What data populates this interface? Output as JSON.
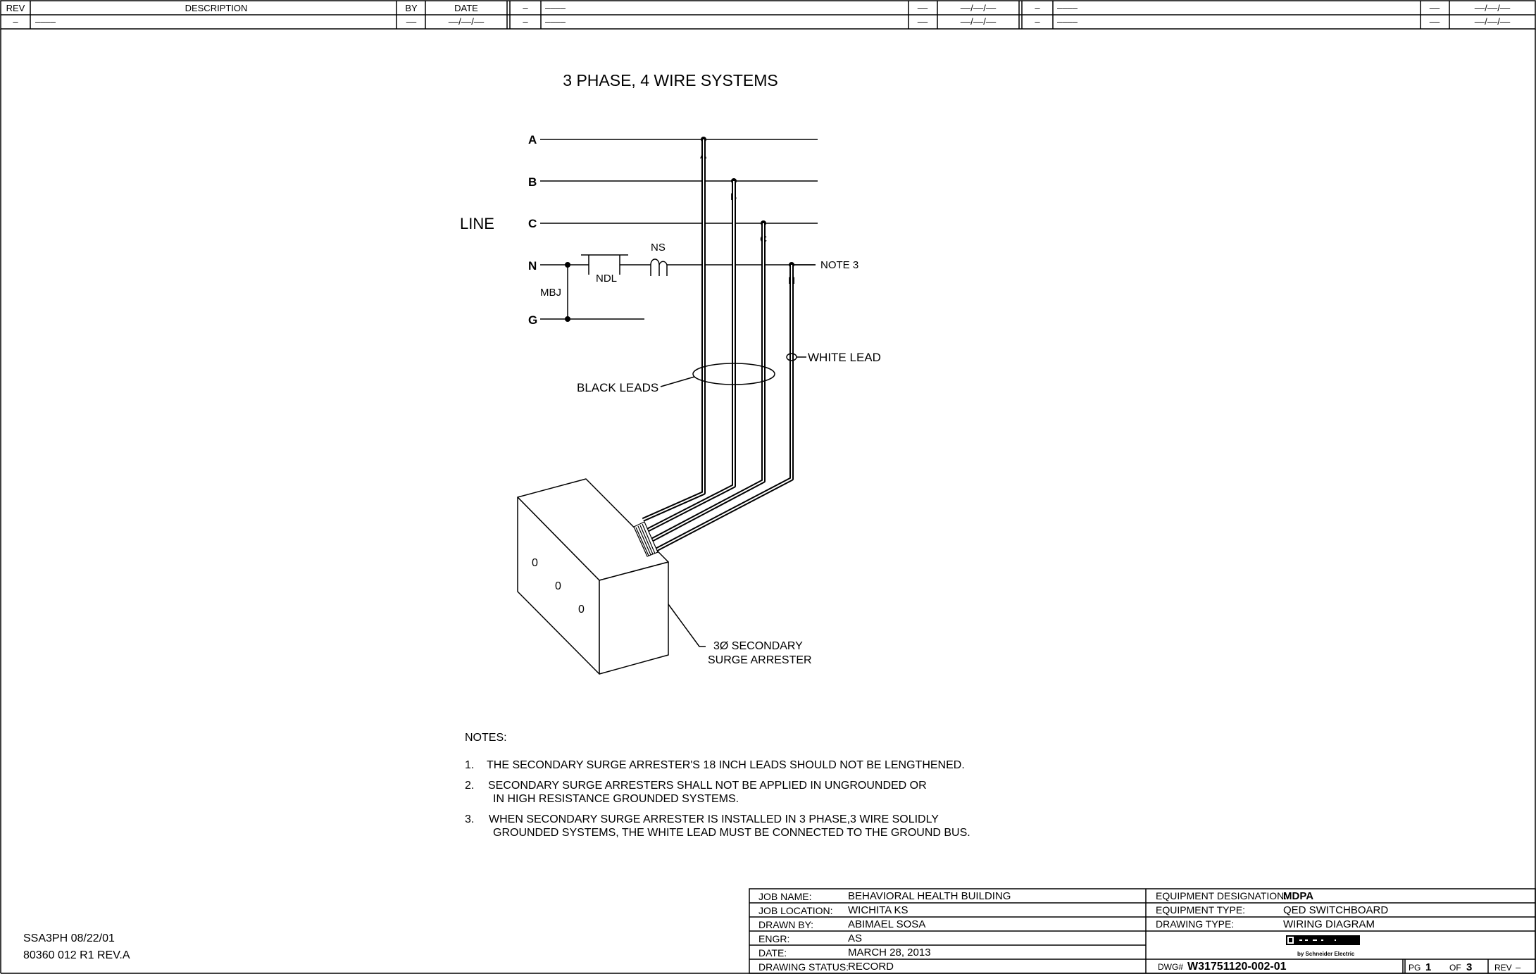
{
  "revision_table": {
    "headers": {
      "rev": "REV",
      "description": "DESCRIPTION",
      "by": "BY",
      "date": "DATE"
    },
    "row": {
      "rev": "–",
      "description": "––––",
      "by": "––",
      "date": "––/––/––"
    },
    "blocks": [
      {
        "rev": "–",
        "description": "––––",
        "by": "––",
        "date": "––/––/––"
      },
      {
        "rev": "–",
        "description": "––––",
        "by": "––",
        "date": "––/––/––"
      },
      {
        "rev": "–",
        "description": "––––",
        "by": "––",
        "date": "––/––/––"
      },
      {
        "rev": "–",
        "description": "––––",
        "by": "––",
        "date": "––/––/––"
      },
      {
        "rev": "–",
        "description": "––––",
        "by": "––",
        "date": "––/––/––"
      },
      {
        "rev": "–",
        "description": "––––",
        "by": "––",
        "date": "––/––/––"
      }
    ]
  },
  "diagram": {
    "title": "3 PHASE, 4 WIRE SYSTEMS",
    "line_label": "LINE",
    "bus_labels": [
      "A",
      "B",
      "C",
      "N",
      "G"
    ],
    "tap_labels": [
      "A",
      "B",
      "C",
      "N"
    ],
    "ns_label": "NS",
    "ndl_label": "NDL",
    "mbj_label": "MBJ",
    "note3_label": "NOTE 3",
    "white_lead_label": "WHITE LEAD",
    "black_leads_label": "BLACK LEADS",
    "arrester_label_1": "3Ø SECONDARY",
    "arrester_label_2": "SURGE ARRESTER",
    "device_marks": [
      "0",
      "0",
      "0"
    ]
  },
  "notes": {
    "heading": "NOTES:",
    "items": [
      {
        "num": "1.",
        "lines": [
          "THE SECONDARY SURGE ARRESTER'S 18 INCH LEADS SHOULD NOT BE LENGTHENED."
        ]
      },
      {
        "num": "2.",
        "lines": [
          "SECONDARY SURGE ARRESTERS SHALL NOT BE APPLIED IN UNGROUNDED OR",
          "IN HIGH RESISTANCE GROUNDED SYSTEMS."
        ]
      },
      {
        "num": "3.",
        "lines": [
          "WHEN SECONDARY SURGE ARRESTER IS INSTALLED IN 3 PHASE,3 WIRE SOLIDLY",
          "GROUNDED SYSTEMS, THE WHITE LEAD MUST BE CONNECTED TO THE GROUND BUS."
        ]
      }
    ]
  },
  "drawing_ref": {
    "line1": "SSA3PH 08/22/01",
    "line2": "80360 012 R1 REV.A"
  },
  "title_block": {
    "job_name_label": "JOB NAME:",
    "job_name": "BEHAVIORAL HEALTH BUILDING",
    "job_location_label": "JOB LOCATION:",
    "job_location": "WICHITA KS",
    "drawn_by_label": "DRAWN BY:",
    "drawn_by": "ABIMAEL SOSA",
    "engr_label": "ENGR:",
    "engr": "AS",
    "date_label": "DATE:",
    "date": "MARCH 28, 2013",
    "status_label": "DRAWING STATUS:",
    "status": "RECORD",
    "equip_desig_label": "EQUIPMENT DESIGNATION:",
    "equip_desig": "MDPA",
    "equip_type_label": "EQUIPMENT TYPE:",
    "equip_type": "QED SWITCHBOARD",
    "drawing_type_label": "DRAWING TYPE:",
    "drawing_type": "WIRING DIAGRAM",
    "logo_sub": "by Schneider Electric",
    "dwg_label": "DWG#",
    "dwg": "W31751120-002-01",
    "pg_label": "PG",
    "pg": "1",
    "of_label": "OF",
    "of": "3",
    "rev_label": "REV",
    "rev": "–"
  }
}
